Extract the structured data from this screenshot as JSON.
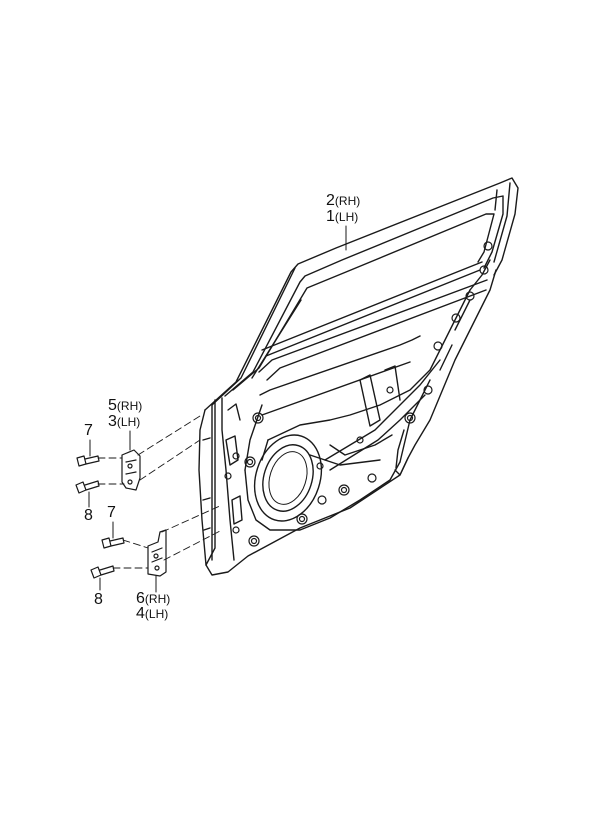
{
  "callouts": {
    "door_rh": {
      "num": "2",
      "side": "(RH)"
    },
    "door_lh": {
      "num": "1",
      "side": "(LH)"
    },
    "upper_hinge_rh": {
      "num": "5",
      "side": "(RH)"
    },
    "upper_hinge_lh": {
      "num": "3",
      "side": "(LH)"
    },
    "lower_hinge_rh": {
      "num": "6",
      "side": "(RH)"
    },
    "lower_hinge_lh": {
      "num": "4",
      "side": "(LH)"
    },
    "upper_bolt": "7",
    "upper_nut_bolt": "8",
    "lower_bolt": "7",
    "lower_nut_bolt": "8"
  },
  "colors": {
    "line": "#1a1a1a",
    "background": "#ffffff"
  }
}
